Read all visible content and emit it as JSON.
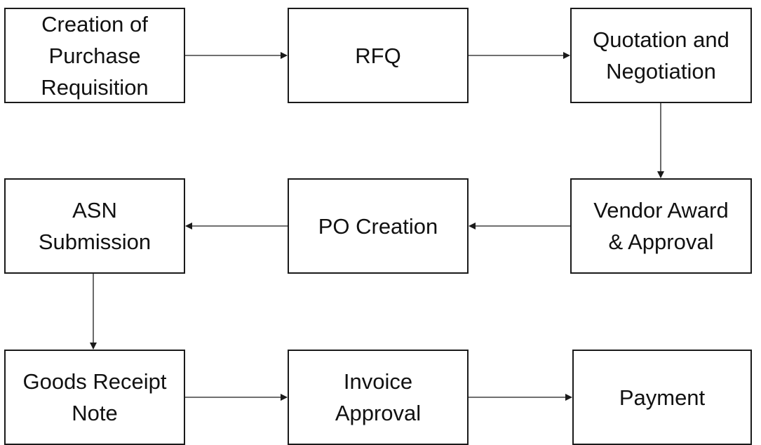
{
  "diagram": {
    "steps": [
      {
        "id": "creation-of-purchase-requisition",
        "label": "Creation of\nPurchase\nRequisition"
      },
      {
        "id": "rfq",
        "label": "RFQ"
      },
      {
        "id": "quotation-and-negotiation",
        "label": "Quotation and\nNegotiation"
      },
      {
        "id": "asn-submission",
        "label": "ASN\nSubmission"
      },
      {
        "id": "po-creation",
        "label": "PO Creation"
      },
      {
        "id": "vendor-award-approval",
        "label": "Vendor Award\n& Approval"
      },
      {
        "id": "goods-receipt-note",
        "label": "Goods Receipt\nNote"
      },
      {
        "id": "invoice-approval",
        "label": "Invoice\nApproval"
      },
      {
        "id": "payment",
        "label": "Payment"
      }
    ],
    "flow": [
      {
        "from": "creation-of-purchase-requisition",
        "to": "rfq"
      },
      {
        "from": "rfq",
        "to": "quotation-and-negotiation"
      },
      {
        "from": "quotation-and-negotiation",
        "to": "vendor-award-approval"
      },
      {
        "from": "vendor-award-approval",
        "to": "po-creation"
      },
      {
        "from": "po-creation",
        "to": "asn-submission"
      },
      {
        "from": "asn-submission",
        "to": "goods-receipt-note"
      },
      {
        "from": "goods-receipt-note",
        "to": "invoice-approval"
      },
      {
        "from": "invoice-approval",
        "to": "payment"
      }
    ],
    "colors": {
      "border": "#1a1a1a",
      "arrow": "#1a1a1a",
      "text": "#111111",
      "background": "#ffffff"
    }
  }
}
